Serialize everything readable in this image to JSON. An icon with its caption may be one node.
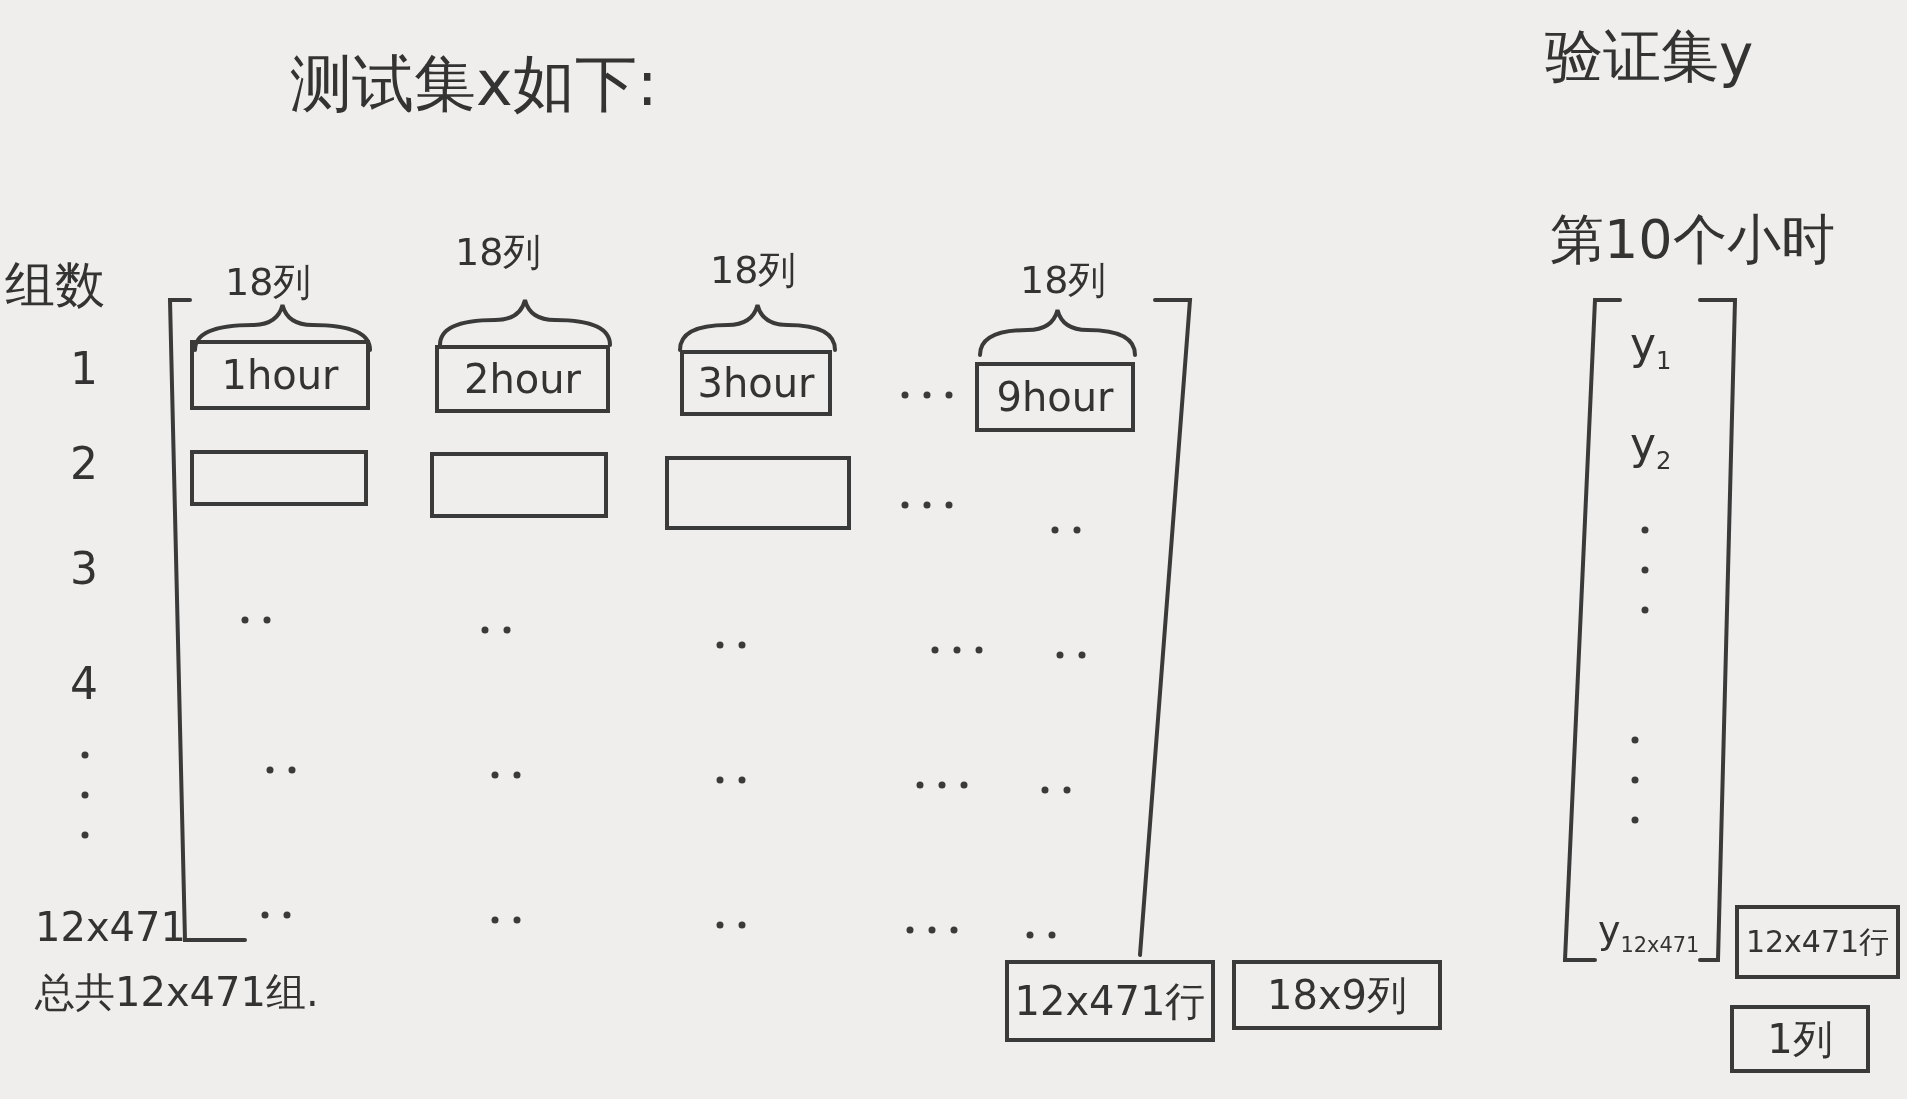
{
  "diagram": {
    "nodes": [
      {
        "text": [
          "1hour"
        ]
      },
      {
        "text": [
          "2hour"
        ]
      },
      {
        "text": [
          "3hour"
        ]
      },
      {
        "text": [
          "9hour"
        ]
      },
      {
        "text": [],
        "shape": "box"
      },
      {
        "text": [],
        "shape": "box"
      },
      {
        "text": [],
        "shape": "box"
      },
      {
        "text": [
          "12x471行"
        ]
      },
      {
        "text": [
          "18x9列"
        ]
      },
      {
        "text": [
          "12x471行"
        ]
      },
      {
        "text": [
          "1列"
        ]
      }
    ],
    "edges": [],
    "labels": [
      "测试集x如下:",
      "验证集y",
      "组数",
      "18列",
      "18列",
      "18列",
      "18列",
      "第10个小时",
      "1",
      "2",
      "3",
      "4",
      "12x471",
      "总共12x471组.",
      "y$_{1}$",
      "y$_{2}$",
      "y$_{12x471}$"
    ]
  }
}
